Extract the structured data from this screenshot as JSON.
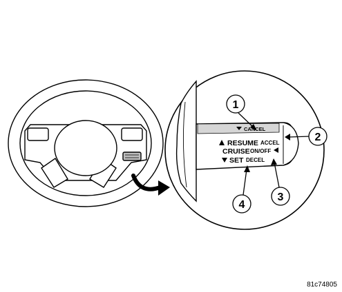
{
  "lever": {
    "cancel": "CANCEL",
    "resume": "RESUME",
    "accel": "ACCEL",
    "cruise": "CRUISE",
    "onoff": "ON/OFF",
    "set": "SET",
    "decel": "DECEL"
  },
  "callouts": [
    "1",
    "2",
    "3",
    "4"
  ],
  "figure_code": "81c74805",
  "icons": {
    "cancel_arrow": "triangle-down-icon",
    "resume_arrow": "triangle-up-icon",
    "set_arrow": "triangle-down-icon",
    "onoff_arrow": "triangle-left-icon"
  },
  "colors": {
    "line": "#000000",
    "fill": "#ffffff",
    "shade": "#bdbdbd"
  }
}
